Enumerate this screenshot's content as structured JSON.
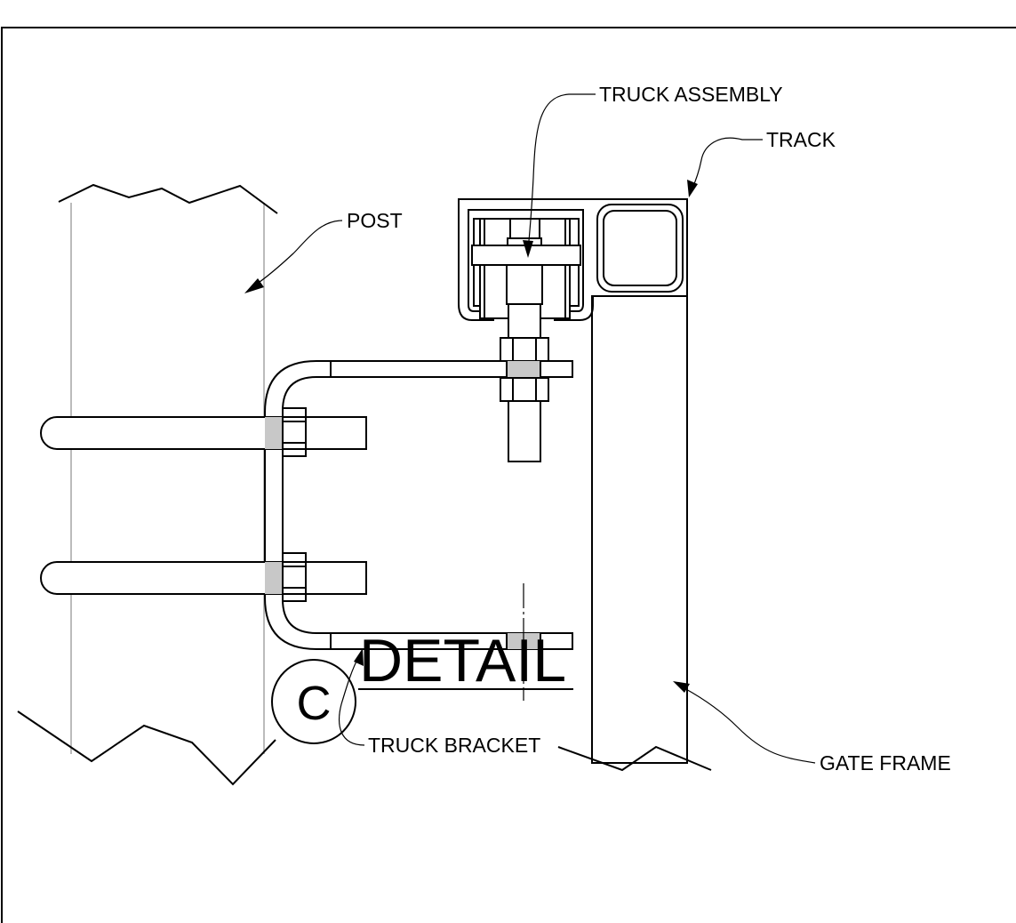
{
  "labels": {
    "truck_assembly": "TRUCK ASSEMBLY",
    "track": "TRACK",
    "post": "POST",
    "truck_bracket": "TRUCK BRACKET",
    "gate_frame": "GATE FRAME"
  },
  "title": {
    "detail_letter": "C",
    "detail_word": "DETAIL"
  },
  "colors": {
    "line": "#000000",
    "hidden_line": "#aaaaaa",
    "weld_shade": "#c8c8c8",
    "background": "#ffffff"
  }
}
